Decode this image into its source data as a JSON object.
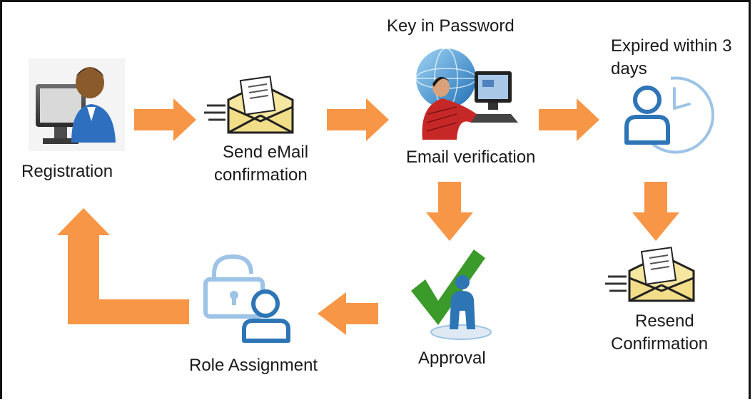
{
  "diagram": {
    "title": "",
    "nodes": [
      {
        "id": "registration",
        "label": "Registration"
      },
      {
        "id": "send_email",
        "label_line1": "Send eMail",
        "label_line2": "confirmation"
      },
      {
        "id": "email_verification",
        "label": "Email verification",
        "note": "Key in Password"
      },
      {
        "id": "expired",
        "label_line1": "Expired within 3",
        "label_line2": "days"
      },
      {
        "id": "resend",
        "label_line1": "Resend",
        "label_line2": "Confirmation"
      },
      {
        "id": "approval",
        "label": "Approval"
      },
      {
        "id": "role_assignment",
        "label": "Role Assignment"
      }
    ],
    "edges": [
      {
        "from": "registration",
        "to": "send_email"
      },
      {
        "from": "send_email",
        "to": "email_verification"
      },
      {
        "from": "email_verification",
        "to": "expired"
      },
      {
        "from": "expired",
        "to": "resend"
      },
      {
        "from": "email_verification",
        "to": "approval"
      },
      {
        "from": "approval",
        "to": "role_assignment"
      },
      {
        "from": "role_assignment",
        "to": "registration"
      }
    ],
    "colors": {
      "arrow": "#F79646",
      "envelope": "#F5E6A0",
      "envelope_outline": "#222222",
      "icon_blue": "#2E75B6",
      "icon_light_blue": "#9DC3E6",
      "check_green": "#3A9A2A"
    }
  }
}
